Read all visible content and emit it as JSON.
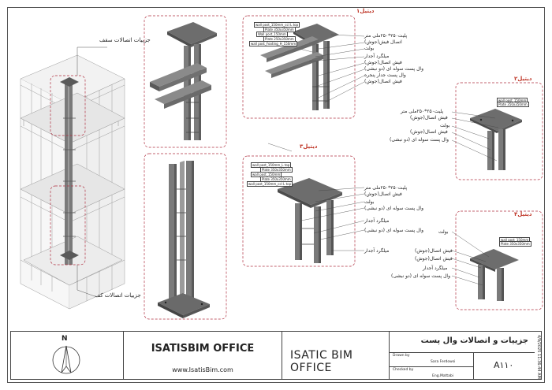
{
  "labels": {
    "roof_connection": "جزییات اتصالات سقف",
    "floor_connection": "جزییات اتصالات کف"
  },
  "details": {
    "d1": {
      "title": "دیتیل۱",
      "tags": [
        "wall post_150mm_ccl L top",
        "Plate 350x350mm",
        "Wall post_150mm",
        "Plate 250x350mm",
        "wall post_Footing_H_150mm"
      ],
      "callouts": [
        "پلیت۲۵۰*۲۵۰ملی متر",
        "اتصال فیش(جوش)",
        "بولت",
        "میلگرد آجدار",
        "فیش اتصال(جوش)",
        "وال پست سوله ای (دو نبشی)",
        "وال پست جدار پنجره",
        "فیش اتصال(جوش)"
      ]
    },
    "d2": {
      "title": "دیتیل۲",
      "tags": [
        "wall post_150mm",
        "Plate 350x350mm"
      ],
      "callouts": [
        "پلیت۲۵۰*۲۵۰ملی متر",
        "فیش اتصال(جوش)",
        "بولت",
        "فیش اتصال(جوش)",
        "وال پست سوله ای (دو نبشی)"
      ]
    },
    "d3": {
      "title": "دیتیل۳",
      "tags": [
        "wall post_150mm_L top",
        "Plate 350x350mm",
        "wall post_150mm",
        "Plate 350x350mm",
        "wall post_150mm_ccl L top"
      ],
      "callouts": [
        "پلیت۲۵۰*۲۵۰ملی متر",
        "فیش اتصال(جوش)",
        "بولت",
        "وال پست سوله ای (دو نبشی)",
        "میلگرد آجدار",
        "وال پست سوله ای (دو نبشی)",
        "میلگرد آجدار"
      ]
    },
    "d4": {
      "title": "دیتیل۴",
      "tags": [
        "wall post_150mm",
        "Plate 350x350mm"
      ],
      "callouts": [
        "بولت",
        "فیش اتصال(جوش)",
        "فیش اتصال(جوش)",
        "میلگرد آجدار",
        "وال پست سوله ای (دو نبشی)"
      ]
    }
  },
  "title_block": {
    "north": "N",
    "office_name": "ISATISBIM OFFICE",
    "website": "www.IsatisBim.com",
    "office_name_2": "ISATIC BIM OFFICE",
    "project_title": "جزییات و اتصالات وال پست",
    "drawn_by_label": "Drawn by",
    "drawn_by": "Sara Ferdowsi",
    "checked_by_label": "Checked by",
    "checked_by": "Eng.Mattabi",
    "sheet_number": "A۱۱۰",
    "date_stamp": "4/9/2025 11:36:44 AM"
  },
  "colors": {
    "accent": "#c0392b",
    "steel": "#6e6e6e",
    "steel_light": "#a0a0a0",
    "dash": "#b03040"
  }
}
